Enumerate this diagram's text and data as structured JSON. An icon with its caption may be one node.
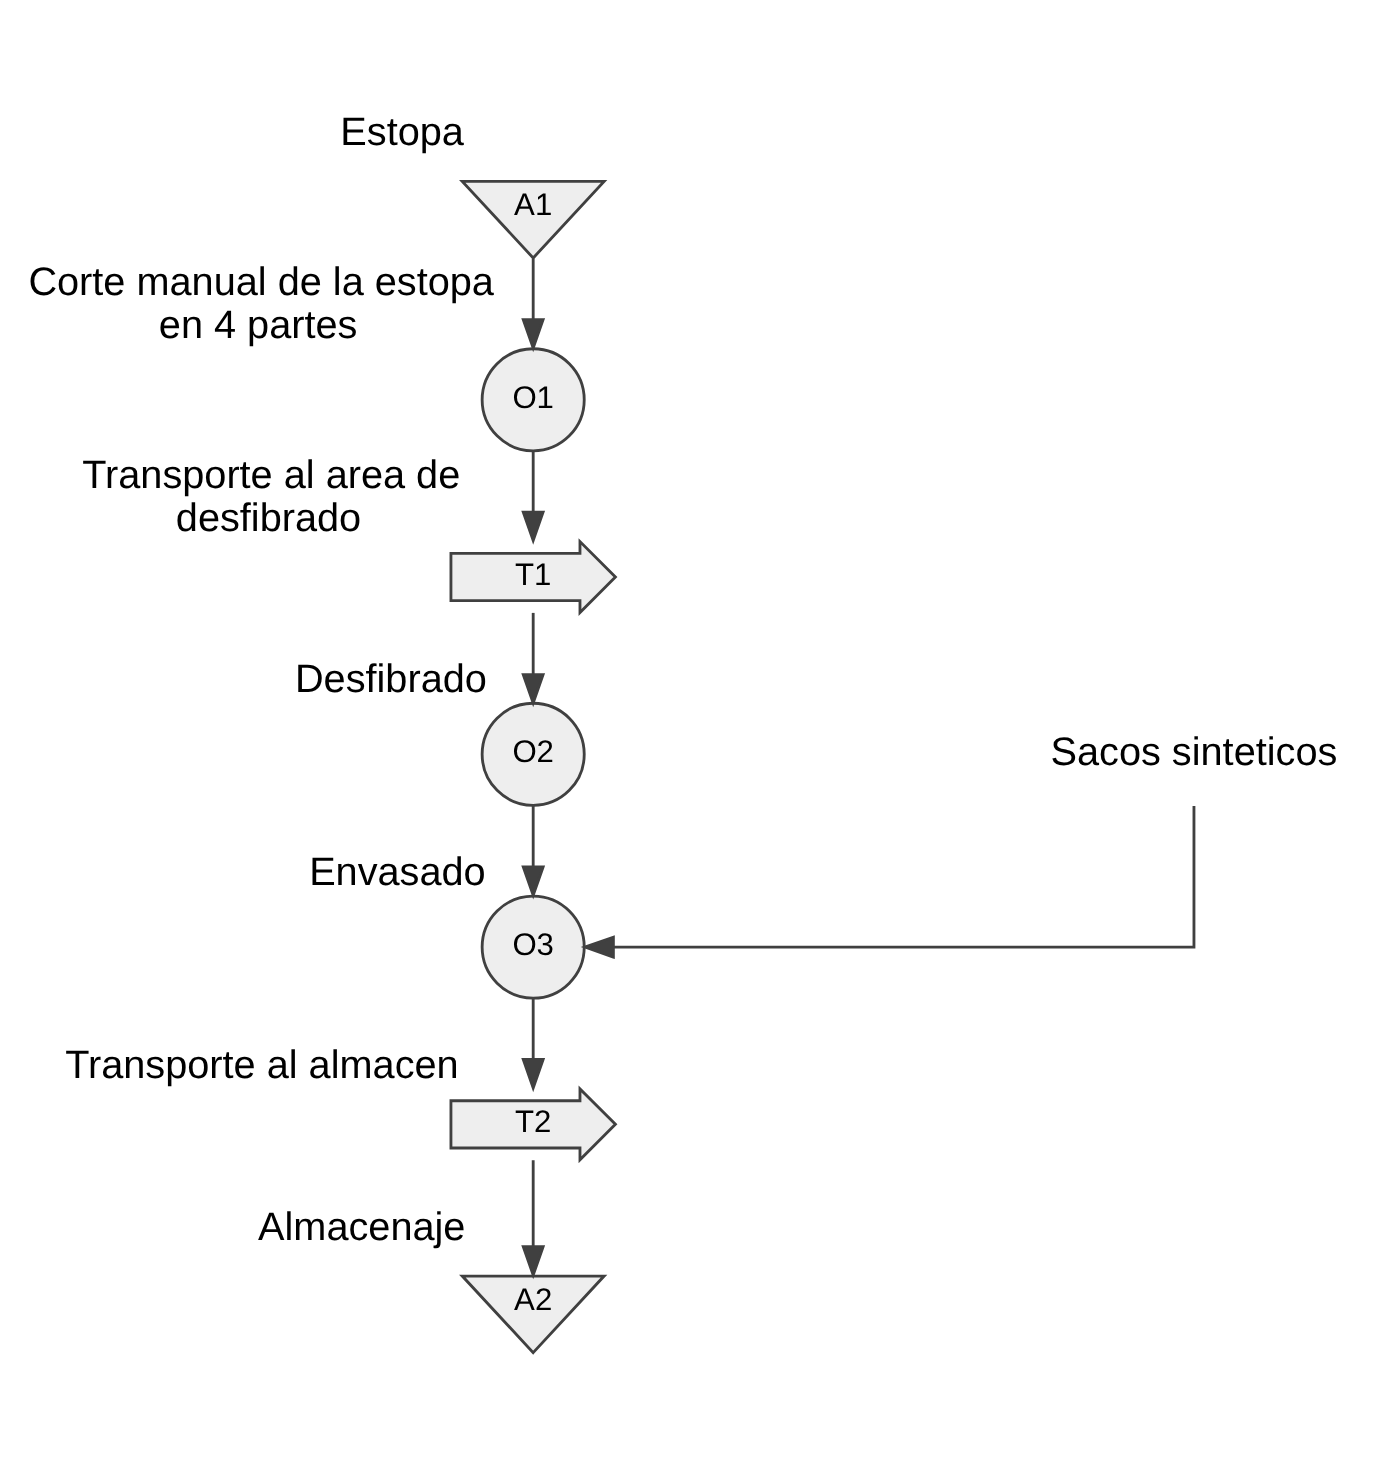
{
  "diagram": {
    "nodes": [
      {
        "text": [
          "A1"
        ],
        "beside": [
          "Estopa"
        ]
      },
      {
        "text": [
          "O1"
        ],
        "beside": [
          "Corte manual de la estopa en 4 partes"
        ]
      },
      {
        "text": [
          "T1"
        ],
        "beside": [
          "Transporte al area de desfibrado"
        ]
      },
      {
        "text": [
          "O2"
        ],
        "beside": [
          "Desfibrado"
        ]
      },
      {
        "text": [
          "O3"
        ],
        "beside": [
          "Envasado"
        ]
      },
      {
        "text": [
          "T2"
        ],
        "beside": [
          "Transporte al almacen"
        ]
      },
      {
        "text": [
          "A2"
        ],
        "beside": [
          "Almacenaje"
        ]
      },
      {
        "text": [
          "Sacos sinteticos"
        ]
      }
    ],
    "edges": [
      {
        "from": 0,
        "to": 1,
        "arrow": "to"
      },
      {
        "from": 1,
        "to": 2,
        "arrow": "to"
      },
      {
        "from": 2,
        "to": 3,
        "arrow": "to"
      },
      {
        "from": 3,
        "to": 4,
        "arrow": "to"
      },
      {
        "from": 7,
        "to": 4,
        "arrow": "to"
      },
      {
        "from": 4,
        "to": 5,
        "arrow": "to"
      },
      {
        "from": 5,
        "to": 6,
        "arrow": "to"
      }
    ]
  }
}
